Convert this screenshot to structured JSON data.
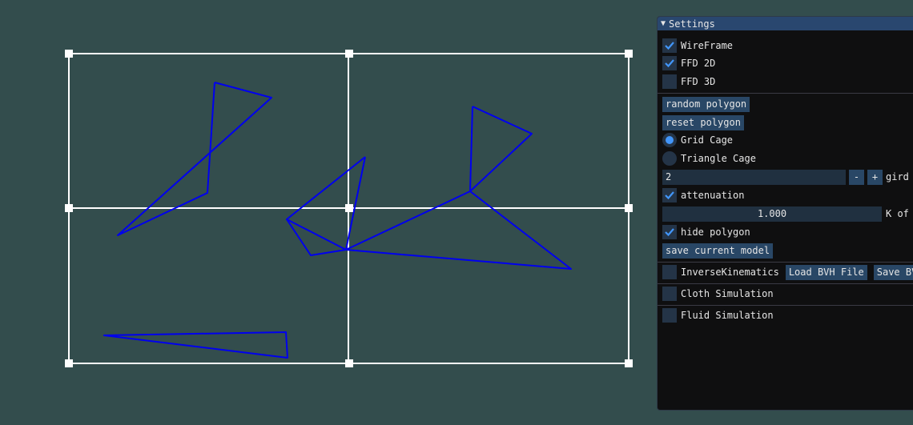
{
  "canvas": {
    "background": "#334d4d",
    "cage_color": "#ffffff",
    "polygon_color": "#0000ee",
    "grid_cols": 2,
    "grid_rows": 2
  },
  "settings": {
    "title": "Settings",
    "collapse_icon": "triangle-down-icon",
    "wireframe": {
      "label": "WireFrame",
      "checked": true
    },
    "ffd2d": {
      "label": "FFD 2D",
      "checked": true
    },
    "ffd3d": {
      "label": "FFD 3D",
      "checked": false
    },
    "random_polygon": "random polygon",
    "reset_polygon": "reset polygon",
    "grid_cage": {
      "label": "Grid Cage",
      "selected": true
    },
    "triangle_cage": {
      "label": "Triangle Cage",
      "selected": false
    },
    "grid_value": "2",
    "minus": "-",
    "plus": "+",
    "grid_label": "gird",
    "attenuation": {
      "label": "attenuation",
      "checked": true
    },
    "k_value": "1.000",
    "k_label": "K of",
    "hide_polygon": {
      "label": "hide polygon",
      "checked": true
    },
    "save_model": "save current model",
    "inverse_kinematics": {
      "label": "InverseKinematics",
      "checked": false
    },
    "load_bvh": "Load BVH File",
    "save_bvh": "Save BV",
    "cloth": {
      "label": "Cloth Simulation",
      "checked": false
    },
    "fluid": {
      "label": "Fluid Simulation",
      "checked": false
    },
    "accent": "#4296fa"
  }
}
